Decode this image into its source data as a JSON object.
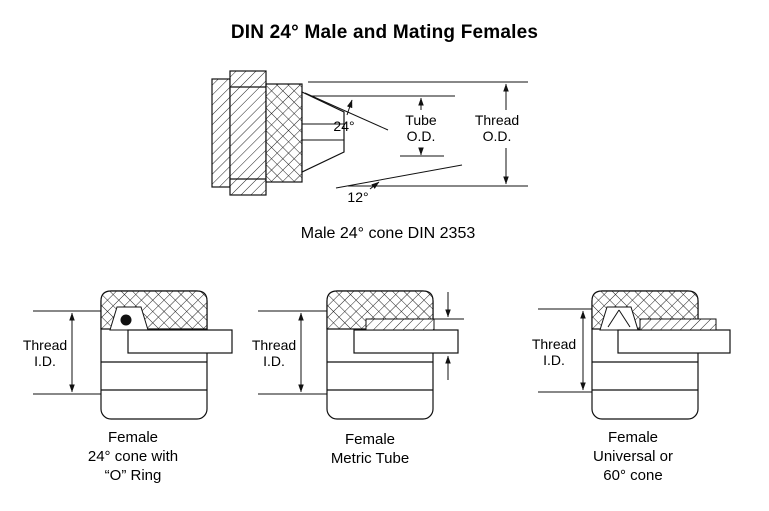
{
  "title": "DIN 24° Male and Mating Females",
  "male_figure": {
    "caption": "Male 24° cone DIN 2353",
    "labels": {
      "angle_24": "24°",
      "angle_12": "12°",
      "tube_od": "Tube\nO.D.",
      "thread_od": "Thread\nO.D."
    }
  },
  "female_figures": [
    {
      "label": "Thread\nI.D.",
      "caption": "Female\n24° cone with\n“O” Ring"
    },
    {
      "label": "Thread\nI.D.",
      "caption": "Female\nMetric Tube"
    },
    {
      "label": "Thread\nI.D.",
      "caption": "Female\nUniversal or\n60° cone"
    }
  ]
}
